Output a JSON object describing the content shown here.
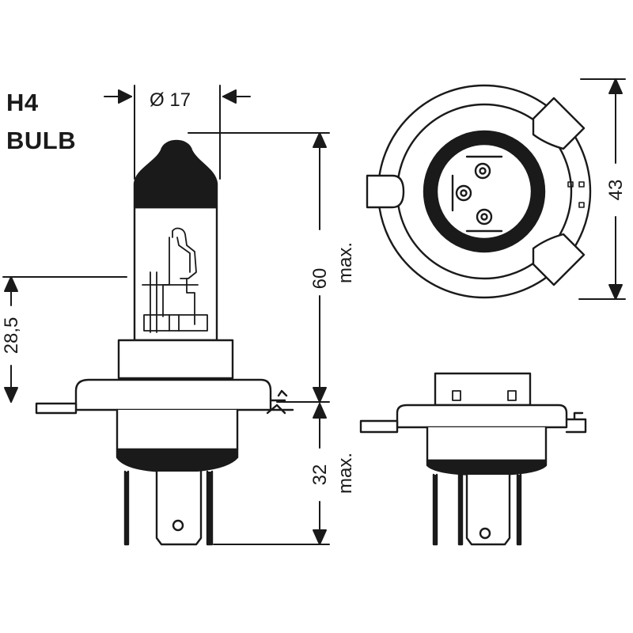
{
  "title_line1": "H4",
  "title_line2": "BULB",
  "dimensions": {
    "diameter": "Ø 17",
    "height_max": "60",
    "height_max_suffix": "max.",
    "base_max": "32",
    "base_max_suffix": "max.",
    "reference": "28,5",
    "socket": "43"
  },
  "colors": {
    "line": "#1a1a1a",
    "fill": "#ffffff"
  }
}
